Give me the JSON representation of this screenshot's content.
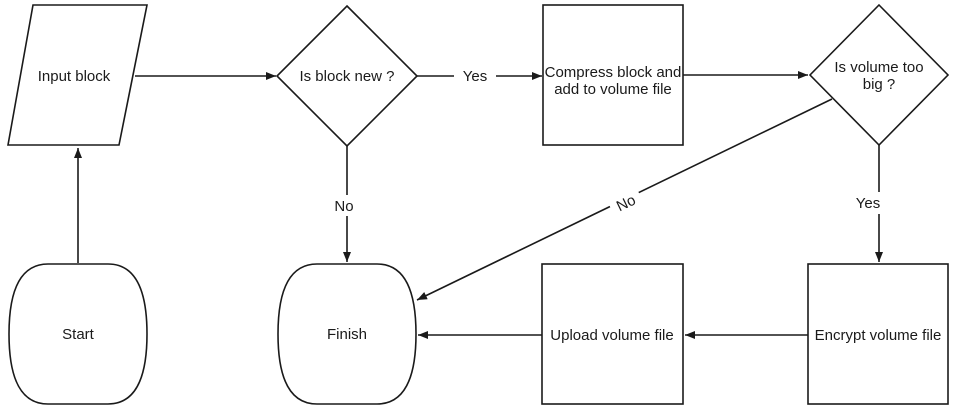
{
  "diagram": {
    "type": "flowchart",
    "background_color": "#ffffff",
    "line_color": "#1a1a1a",
    "nodes": {
      "start": {
        "shape": "terminal",
        "label": "Start"
      },
      "input_block": {
        "shape": "parallelogram",
        "label": "Input block"
      },
      "is_block_new": {
        "shape": "decision",
        "label": "Is block new ?"
      },
      "compress_block": {
        "shape": "process",
        "label_line1": "Compress block and",
        "label_line2": "add to volume file"
      },
      "is_volume_too_big": {
        "shape": "decision",
        "label_line1": "Is volume too",
        "label_line2": "big ?"
      },
      "encrypt_volume": {
        "shape": "process",
        "label": "Encrypt volume file"
      },
      "upload_volume": {
        "shape": "process",
        "label": "Upload volume file"
      },
      "finish": {
        "shape": "terminal",
        "label": "Finish"
      }
    },
    "edges": [
      {
        "from": "start",
        "to": "input_block",
        "label": ""
      },
      {
        "from": "input_block",
        "to": "is_block_new",
        "label": ""
      },
      {
        "from": "is_block_new",
        "to": "compress_block",
        "label": "Yes"
      },
      {
        "from": "is_block_new",
        "to": "finish",
        "label": "No"
      },
      {
        "from": "compress_block",
        "to": "is_volume_too_big",
        "label": ""
      },
      {
        "from": "is_volume_too_big",
        "to": "encrypt_volume",
        "label": "Yes"
      },
      {
        "from": "is_volume_too_big",
        "to": "finish",
        "label": "No"
      },
      {
        "from": "encrypt_volume",
        "to": "upload_volume",
        "label": ""
      },
      {
        "from": "upload_volume",
        "to": "finish",
        "label": ""
      }
    ]
  }
}
